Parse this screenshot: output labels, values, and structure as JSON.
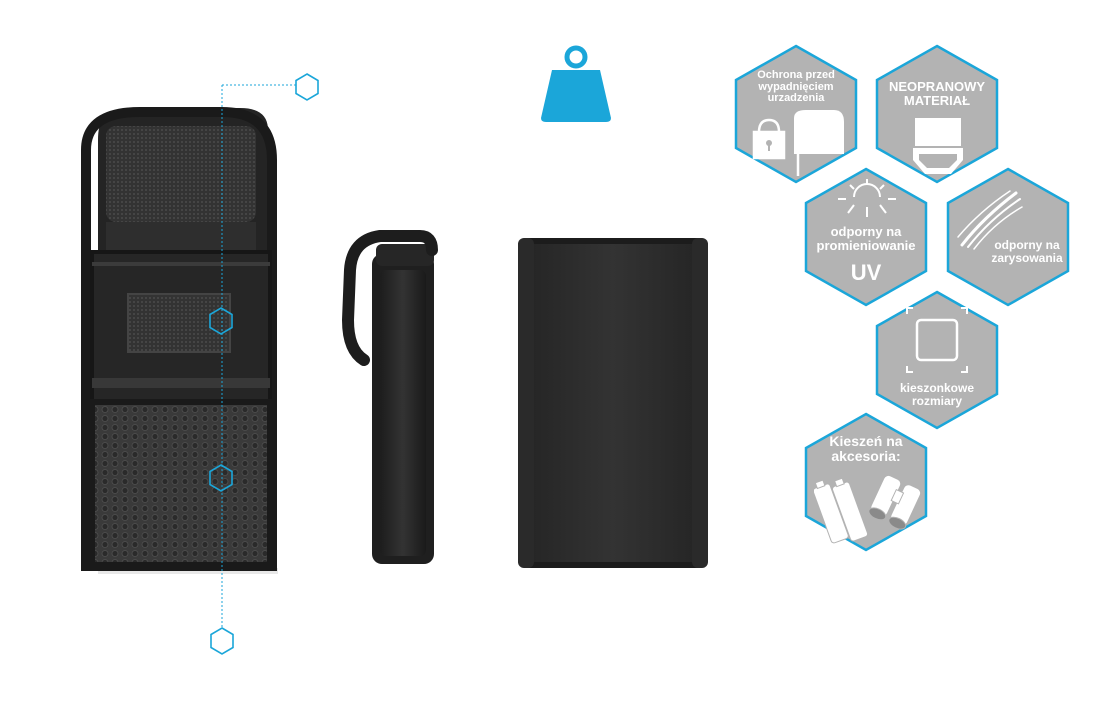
{
  "features": {
    "drop_protection": "Ochrona przed wypadnięciem urzadzenia",
    "neoprene": "NEOPRANOWY MATERIAŁ",
    "uv_resistant": "odporny na promieniowanie",
    "uv_big": "UV",
    "scratch_resistant": "odporny na zarysowania",
    "pocket_size": "kieszonkowe rozmiary",
    "accessory_pocket": "Kieszeń na akcesoria:"
  },
  "icons": {
    "weight": "weight-icon",
    "lock": "lock-icon",
    "belt_clip": "belt-clip-icon",
    "fabric": "fabric-icon",
    "sun": "sun-icon",
    "scratch": "scratch-icon",
    "frame": "frame-icon",
    "batteries": "batteries-icon",
    "binoculars": "binoculars-icon"
  },
  "colors": {
    "accent": "#1ba6d9",
    "hex_fill": "#b3b3b3",
    "hex_border": "#1ba6d9",
    "case": "#2a2a2a"
  }
}
